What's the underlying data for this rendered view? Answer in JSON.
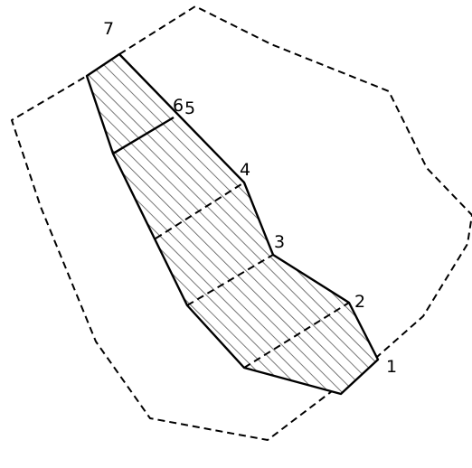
{
  "diagram": {
    "labels": {
      "p1": "1",
      "p2": "2",
      "p3": "3",
      "p4": "4",
      "p5": "5",
      "p6": "6",
      "p7": "7"
    },
    "colors": {
      "stroke": "#000000",
      "hatch": "#555555",
      "background": "#ffffff"
    }
  }
}
